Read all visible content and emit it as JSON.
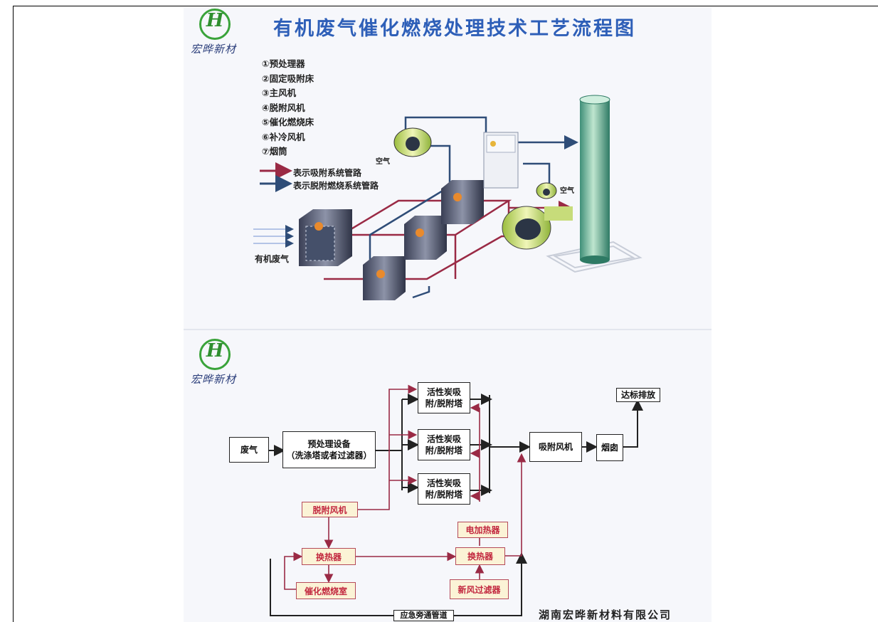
{
  "brand": {
    "logo_glyph": "H",
    "name": "宏晔新材"
  },
  "title": "有机废气催化燃烧处理技术工艺流程图",
  "legend": {
    "items": [
      "①预处理器",
      "②固定吸附床",
      "③主风机",
      "④脱附风机",
      "⑤催化燃烧床",
      "⑥补冷风机",
      "⑦烟筒"
    ],
    "adsorption_line": "表示吸附系统管路",
    "desorption_line": "表示脱附燃烧系统管路"
  },
  "illustration": {
    "air_label_1": "空气",
    "air_label_2": "空气",
    "inlet_label": "有机废气"
  },
  "flow": {
    "waste_gas": "废气",
    "pretreat_line1": "预处理设备",
    "pretreat_line2": "（洗涤塔或者过滤器）",
    "tower_line1": "活性炭吸",
    "tower_line2": "附/脱附塔",
    "main_fan": "吸附风机",
    "chimney": "烟囱",
    "discharge": "达标排放",
    "desorb_fan": "脱附风机",
    "heat_exchanger": "换热器",
    "catalytic_chamber": "催化燃烧室",
    "electric_heater": "电加热器",
    "heat_exchanger_2": "换热器",
    "fresh_air_filter": "新风过滤器",
    "bypass": "应急旁通管道"
  },
  "company": "湖南宏晔新材料有限公司",
  "colors": {
    "adsorption": "#9a2a45",
    "desorption": "#2f4d78",
    "title": "#2e5fb8",
    "logo": "#3aa33a"
  }
}
